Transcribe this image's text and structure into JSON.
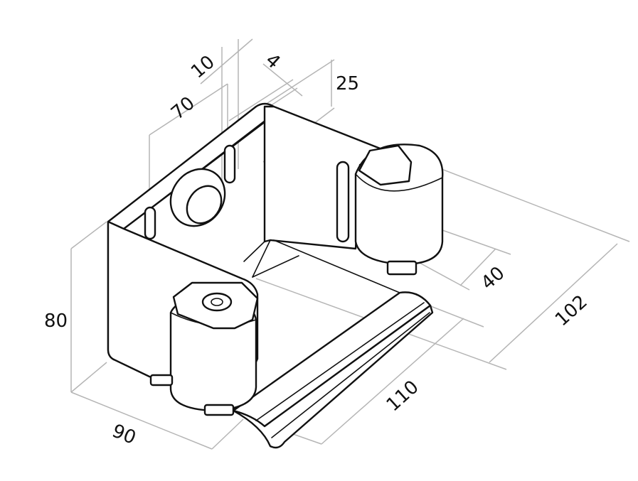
{
  "drawing": {
    "dimensions": [
      {
        "id": "width-90",
        "label": "90"
      },
      {
        "id": "height-80",
        "label": "80"
      },
      {
        "id": "length-110",
        "label": "110"
      },
      {
        "id": "length-102",
        "label": "102"
      },
      {
        "id": "roller-40",
        "label": "40"
      },
      {
        "id": "slot-70",
        "label": "70"
      },
      {
        "id": "slot-10",
        "label": "10"
      },
      {
        "id": "thickness-4",
        "label": "4"
      },
      {
        "id": "flange-25",
        "label": "25"
      }
    ],
    "colors": {
      "line": "#111111",
      "dimension_line": "#b5b5b5",
      "background": "#ffffff"
    }
  }
}
